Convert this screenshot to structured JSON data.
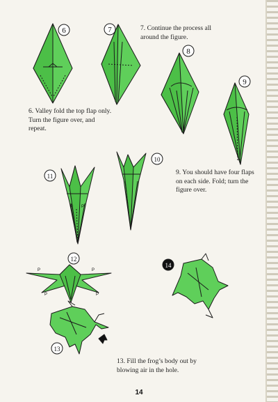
{
  "steps": {
    "s6": {
      "label": "6.",
      "text": "Valley fold the top flap only. Turn the figure over, and repeat."
    },
    "s7": {
      "label": "7.",
      "text": "Continue the process all around the figure."
    },
    "s9": {
      "label": "9.",
      "text": "You should have four flaps on each side. Fold; turn the figure over."
    },
    "s13": {
      "label": "13.",
      "text": "Fill the frog’s body out by blowing air in the hole."
    }
  },
  "circled_numbers": {
    "n6": "6",
    "n7": "7",
    "n8": "8",
    "n9": "9",
    "n10": "10",
    "n11": "11",
    "n12": "12",
    "n13": "13",
    "n14": "14"
  },
  "fold_letters": {
    "p": "P"
  },
  "page_number": "14",
  "colors": {
    "paper_green": "#5fcf5a",
    "paper_dark": "#2f8f35",
    "line": "#1b1b1b"
  }
}
